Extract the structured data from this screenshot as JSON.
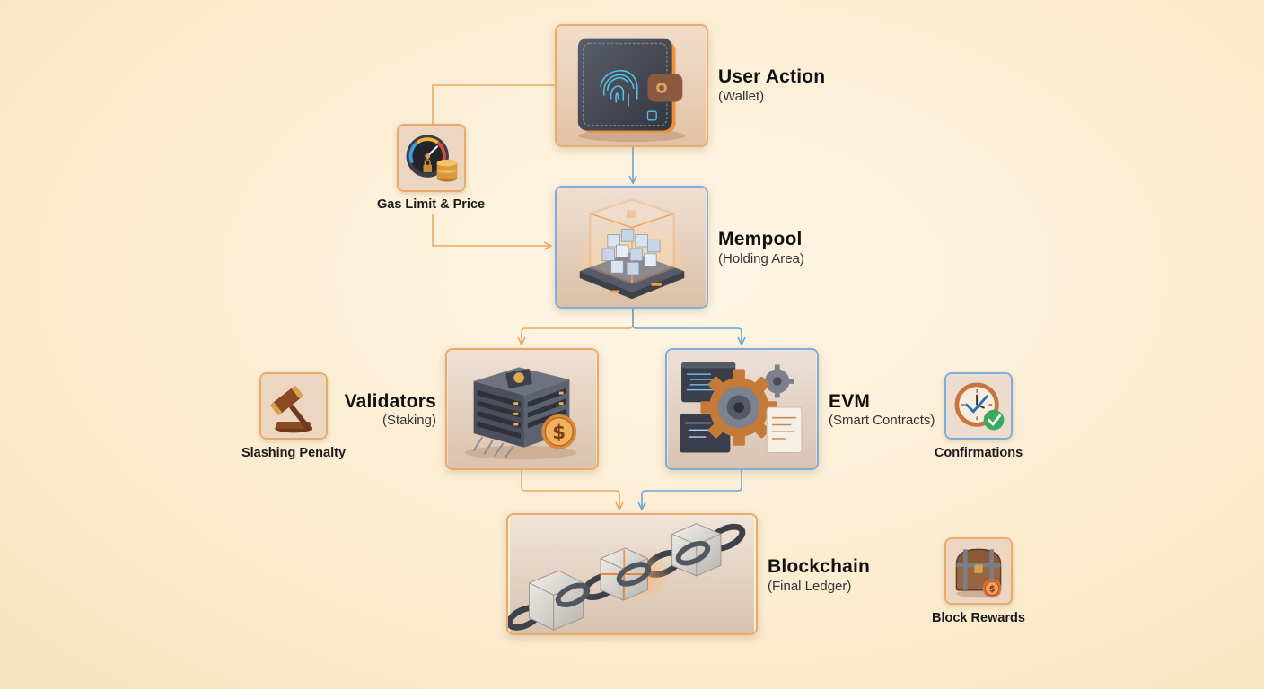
{
  "nodes": {
    "wallet": {
      "title": "User Action",
      "subtitle": "(Wallet)"
    },
    "mempool": {
      "title": "Mempool",
      "subtitle": "(Holding Area)"
    },
    "validators": {
      "title": "Validators",
      "subtitle": "(Staking)"
    },
    "evm": {
      "title": "EVM",
      "subtitle": "(Smart Contracts)"
    },
    "blockchain": {
      "title": "Blockchain",
      "subtitle": "(Final Ledger)"
    }
  },
  "side_items": {
    "gas": {
      "label": "Gas Limit & Price"
    },
    "slashing": {
      "label": "Slashing Penalty"
    },
    "confirmations": {
      "label": "Confirmations"
    },
    "rewards": {
      "label": "Block Rewards"
    }
  },
  "colors": {
    "orange_connector": "#e8a865",
    "blue_connector": "#6fa3d6",
    "background": "#fcecd0"
  },
  "icons": {
    "wallet": "wallet-fingerprint-icon",
    "mempool": "glass-box-cubes-icon",
    "validators": "server-stack-icon",
    "evm": "gear-code-icon",
    "blockchain": "chain-blocks-icon",
    "gas": "gas-gauge-icon",
    "slashing": "gavel-icon",
    "confirmations": "clock-check-icon",
    "rewards": "treasure-chest-icon"
  }
}
